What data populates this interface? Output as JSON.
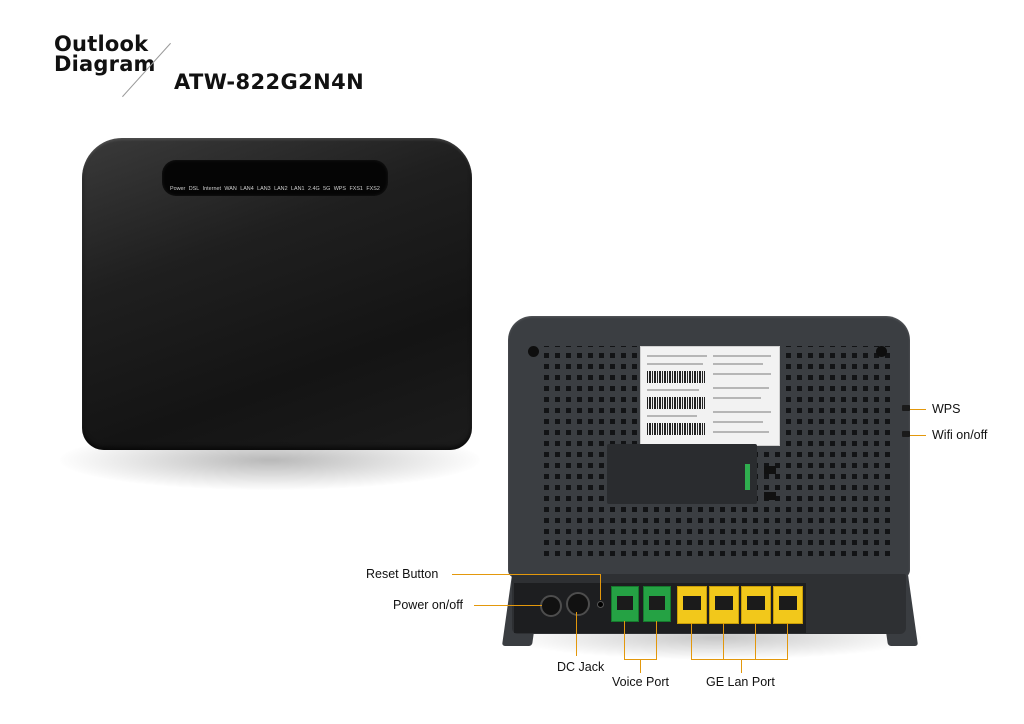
{
  "header": {
    "line1": "Outlook",
    "line2": "Diagram",
    "model": "ATW-822G2N4N"
  },
  "front_leds": [
    "Power",
    "DSL",
    "Internet",
    "WAN",
    "LAN4",
    "LAN3",
    "LAN2",
    "LAN1",
    "2.4G",
    "5G",
    "WPS",
    "FXS1",
    "FXS2"
  ],
  "callouts": {
    "wps": "WPS",
    "wifi": "Wifi on/off",
    "reset": "Reset Button",
    "power": "Power on/off",
    "dc_jack": "DC Jack",
    "voice_port": "Voice Port",
    "ge_lan_port": "GE Lan Port"
  },
  "colors": {
    "callout_line": "#e3980c",
    "voice_port": "#25a244",
    "lan_port": "#f2c81b"
  }
}
